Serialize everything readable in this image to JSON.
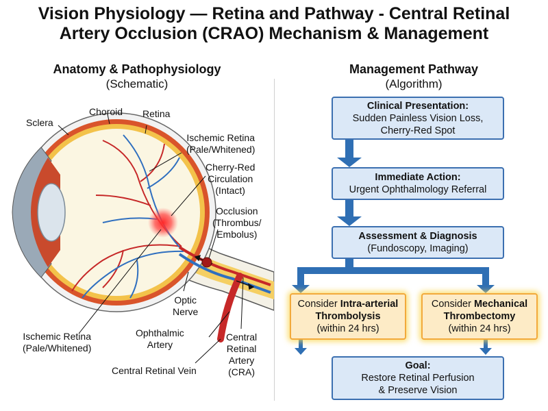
{
  "title": {
    "line1": "Vision Physiology — Retina and Pathway - Central Retinal",
    "line2": "Artery Occlusion (CRAO) Mechanism & Management"
  },
  "left_section": {
    "title": "Anatomy & Pathophysiology",
    "subtitle": "(Schematic)",
    "labels": {
      "sclera": "Sclera",
      "choroid": "Choroid",
      "retina": "Retina",
      "ischemic_retina_top_1": "Ischemic Retina",
      "ischemic_retina_top_2": "(Pale/Whitened)",
      "cherry_red_1": "Cherry-Red",
      "cherry_red_2": "Circulation",
      "cherry_red_3": "(Intact)",
      "occlusion_1": "Occlusion",
      "occlusion_2": "(Thrombus/",
      "occlusion_3": "Embolus)",
      "optic_nerve_1": "Optic",
      "optic_nerve_2": "Nerve",
      "ischemic_retina_bottom_1": "Ischemic Retina",
      "ischemic_retina_bottom_2": "(Pale/Whitened)",
      "ophthalmic_artery_1": "Ophthalmic",
      "ophthalmic_artery_2": "Artery",
      "cra_1": "Central",
      "cra_2": "Retinal",
      "cra_3": "Artery",
      "cra_4": "(CRA)",
      "crv": "Central Retinal Vein"
    }
  },
  "right_section": {
    "title": "Management Pathway",
    "subtitle": "(Algorithm)",
    "steps": [
      {
        "heading": "Clinical Presentation:",
        "lines": [
          "Sudden Painless Vision Loss,",
          "Cherry-Red Spot"
        ]
      },
      {
        "heading": "Immediate Action:",
        "lines": [
          "Urgent Ophthalmology Referral"
        ]
      },
      {
        "heading": "Assessment & Diagnosis",
        "lines": [
          "(Fundoscopy, Imaging)"
        ]
      }
    ],
    "options": [
      {
        "prefix": "Consider ",
        "bold1": "Intra-arterial",
        "bold2": "Thrombolysis",
        "note": "(within 24 hrs)"
      },
      {
        "prefix": "Consider ",
        "bold1": "Mechanical",
        "bold2": "Thrombectomy",
        "note": "(within 24 hrs)"
      }
    ],
    "goal": {
      "heading": "Goal:",
      "lines": [
        "Restore Retinal Perfusion",
        "& Preserve Vision"
      ]
    }
  },
  "colors": {
    "sclera": "#f2f2f2",
    "choroid": "#d9542b",
    "retina": "#f3c24a",
    "vitreous": "#fbf6e2",
    "artery": "#c62828",
    "vein": "#2f6fbf",
    "box_fill": "#dbe8f7",
    "box_border": "#3b6fb0",
    "option_fill": "#fdebc6",
    "option_border": "#f2a93b",
    "arrow": "#2f6fb4"
  }
}
